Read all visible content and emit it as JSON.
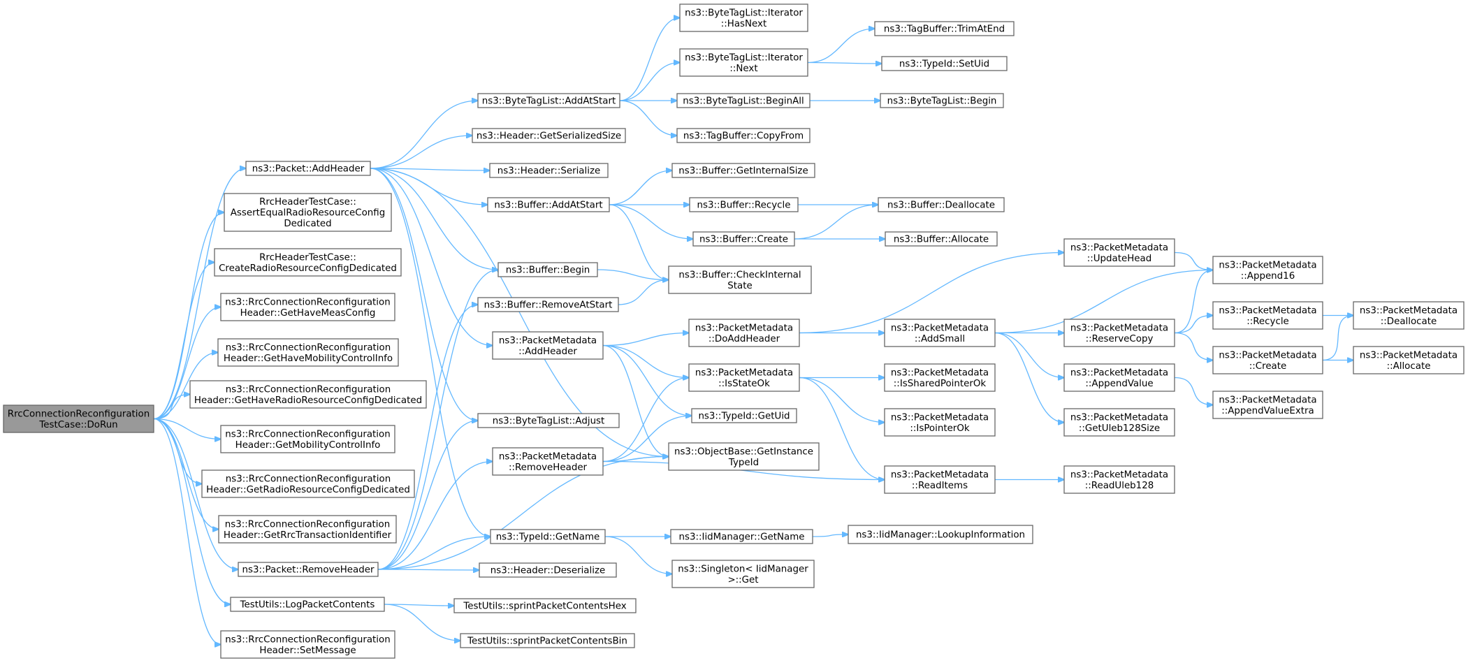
{
  "colors": {
    "edge": "#63b8ff",
    "node_border": "#666666",
    "node_fill": "#ffffff",
    "root_fill": "#999999",
    "text": "#000000"
  },
  "nodes": [
    {
      "id": "root",
      "lines": [
        "RrcConnectionReconfiguration",
        "TestCase::DoRun"
      ]
    },
    {
      "id": "pkt_addheader",
      "lines": [
        "ns3::Packet::AddHeader"
      ]
    },
    {
      "id": "assert_equal",
      "lines": [
        "RrcHeaderTestCase::",
        "AssertEqualRadioResourceConfig",
        "Dedicated"
      ]
    },
    {
      "id": "create_rrcd",
      "lines": [
        "RrcHeaderTestCase::",
        "CreateRadioResourceConfigDedicated"
      ]
    },
    {
      "id": "get_have_meas",
      "lines": [
        "ns3::RrcConnectionReconfiguration",
        "Header::GetHaveMeasConfig"
      ]
    },
    {
      "id": "get_have_mob",
      "lines": [
        "ns3::RrcConnectionReconfiguration",
        "Header::GetHaveMobilityControlInfo"
      ]
    },
    {
      "id": "get_have_rrcd",
      "lines": [
        "ns3::RrcConnectionReconfiguration",
        "Header::GetHaveRadioResourceConfigDedicated"
      ]
    },
    {
      "id": "get_mob",
      "lines": [
        "ns3::RrcConnectionReconfiguration",
        "Header::GetMobilityControlInfo"
      ]
    },
    {
      "id": "get_rrcd",
      "lines": [
        "ns3::RrcConnectionReconfiguration",
        "Header::GetRadioResourceConfigDedicated"
      ]
    },
    {
      "id": "get_rti",
      "lines": [
        "ns3::RrcConnectionReconfiguration",
        "Header::GetRrcTransactionIdentifier"
      ]
    },
    {
      "id": "pkt_removeheader",
      "lines": [
        "ns3::Packet::RemoveHeader"
      ]
    },
    {
      "id": "log_pkt",
      "lines": [
        "TestUtils::LogPacketContents"
      ]
    },
    {
      "id": "set_message",
      "lines": [
        "ns3::RrcConnectionReconfiguration",
        "Header::SetMessage"
      ]
    },
    {
      "id": "btl_addatstart",
      "lines": [
        "ns3::ByteTagList::AddAtStart"
      ]
    },
    {
      "id": "hdr_getsize",
      "lines": [
        "ns3::Header::GetSerializedSize"
      ]
    },
    {
      "id": "hdr_serialize",
      "lines": [
        "ns3::Header::Serialize"
      ]
    },
    {
      "id": "buf_addatstart",
      "lines": [
        "ns3::Buffer::AddAtStart"
      ]
    },
    {
      "id": "buf_begin",
      "lines": [
        "ns3::Buffer::Begin"
      ]
    },
    {
      "id": "buf_removeatstart",
      "lines": [
        "ns3::Buffer::RemoveAtStart"
      ]
    },
    {
      "id": "pm_addheader",
      "lines": [
        "ns3::PacketMetadata",
        "::AddHeader"
      ]
    },
    {
      "id": "btl_adjust",
      "lines": [
        "ns3::ByteTagList::Adjust"
      ]
    },
    {
      "id": "pm_removeheader",
      "lines": [
        "ns3::PacketMetadata",
        "::RemoveHeader"
      ]
    },
    {
      "id": "typeid_getname",
      "lines": [
        "ns3::TypeId::GetName"
      ]
    },
    {
      "id": "hdr_deserialize",
      "lines": [
        "ns3::Header::Deserialize"
      ]
    },
    {
      "id": "tu_hex",
      "lines": [
        "TestUtils::sprintPacketContentsHex"
      ]
    },
    {
      "id": "tu_bin",
      "lines": [
        "TestUtils::sprintPacketContentsBin"
      ]
    },
    {
      "id": "it_hasnext",
      "lines": [
        "ns3::ByteTagList::Iterator",
        "::HasNext"
      ]
    },
    {
      "id": "it_next",
      "lines": [
        "ns3::ByteTagList::Iterator",
        "::Next"
      ]
    },
    {
      "id": "btl_beginall",
      "lines": [
        "ns3::ByteTagList::BeginAll"
      ]
    },
    {
      "id": "tb_copyfrom",
      "lines": [
        "ns3::TagBuffer::CopyFrom"
      ]
    },
    {
      "id": "buf_getinternalsize",
      "lines": [
        "ns3::Buffer::GetInternalSize"
      ]
    },
    {
      "id": "buf_recycle",
      "lines": [
        "ns3::Buffer::Recycle"
      ]
    },
    {
      "id": "buf_create",
      "lines": [
        "ns3::Buffer::Create"
      ]
    },
    {
      "id": "buf_checkinternal",
      "lines": [
        "ns3::Buffer::CheckInternal",
        "State"
      ]
    },
    {
      "id": "pm_doaddheader",
      "lines": [
        "ns3::PacketMetadata",
        "::DoAddHeader"
      ]
    },
    {
      "id": "pm_isstateok",
      "lines": [
        "ns3::PacketMetadata",
        "::IsStateOk"
      ]
    },
    {
      "id": "typeid_getuid",
      "lines": [
        "ns3::TypeId::GetUid"
      ]
    },
    {
      "id": "ob_getinstance",
      "lines": [
        "ns3::ObjectBase::GetInstance",
        "TypeId"
      ]
    },
    {
      "id": "iid_getname",
      "lines": [
        "ns3::IidManager::GetName"
      ]
    },
    {
      "id": "singleton_get",
      "lines": [
        "ns3::Singleton< IidManager",
        " >::Get"
      ]
    },
    {
      "id": "tb_trimatend",
      "lines": [
        "ns3::TagBuffer::TrimAtEnd"
      ]
    },
    {
      "id": "typeid_setuid",
      "lines": [
        "ns3::TypeId::SetUid"
      ]
    },
    {
      "id": "btl_begin",
      "lines": [
        "ns3::ByteTagList::Begin"
      ]
    },
    {
      "id": "buf_deallocate",
      "lines": [
        "ns3::Buffer::Deallocate"
      ]
    },
    {
      "id": "buf_allocate",
      "lines": [
        "ns3::Buffer::Allocate"
      ]
    },
    {
      "id": "pm_updatehead",
      "lines": [
        "ns3::PacketMetadata",
        "::UpdateHead"
      ]
    },
    {
      "id": "pm_addsmall",
      "lines": [
        "ns3::PacketMetadata",
        "::AddSmall"
      ]
    },
    {
      "id": "pm_issharedptr",
      "lines": [
        "ns3::PacketMetadata",
        "::IsSharedPointerOk"
      ]
    },
    {
      "id": "pm_isptrok",
      "lines": [
        "ns3::PacketMetadata",
        "::IsPointerOk"
      ]
    },
    {
      "id": "pm_readitems",
      "lines": [
        "ns3::PacketMetadata",
        "::ReadItems"
      ]
    },
    {
      "id": "iid_lookup",
      "lines": [
        "ns3::IidManager::LookupInformation"
      ]
    },
    {
      "id": "pm_append16",
      "lines": [
        "ns3::PacketMetadata",
        "::Append16"
      ]
    },
    {
      "id": "pm_reservecopy",
      "lines": [
        "ns3::PacketMetadata",
        "::ReserveCopy"
      ]
    },
    {
      "id": "pm_appendvalue",
      "lines": [
        "ns3::PacketMetadata",
        "::AppendValue"
      ]
    },
    {
      "id": "pm_getuleb",
      "lines": [
        "ns3::PacketMetadata",
        "::GetUleb128Size"
      ]
    },
    {
      "id": "pm_readuleb",
      "lines": [
        "ns3::PacketMetadata",
        "::ReadUleb128"
      ]
    },
    {
      "id": "pm_recycle",
      "lines": [
        "ns3::PacketMetadata",
        "::Recycle"
      ]
    },
    {
      "id": "pm_create",
      "lines": [
        "ns3::PacketMetadata",
        "::Create"
      ]
    },
    {
      "id": "pm_appendvalueextra",
      "lines": [
        "ns3::PacketMetadata",
        "::AppendValueExtra"
      ]
    },
    {
      "id": "pm_deallocate",
      "lines": [
        "ns3::PacketMetadata",
        "::Deallocate"
      ]
    },
    {
      "id": "pm_allocate",
      "lines": [
        "ns3::PacketMetadata",
        "::Allocate"
      ]
    }
  ],
  "edges": [
    [
      "root",
      "pkt_addheader"
    ],
    [
      "root",
      "assert_equal"
    ],
    [
      "root",
      "create_rrcd"
    ],
    [
      "root",
      "get_have_meas"
    ],
    [
      "root",
      "get_have_mob"
    ],
    [
      "root",
      "get_have_rrcd"
    ],
    [
      "root",
      "get_mob"
    ],
    [
      "root",
      "get_rrcd"
    ],
    [
      "root",
      "get_rti"
    ],
    [
      "root",
      "pkt_removeheader"
    ],
    [
      "root",
      "log_pkt"
    ],
    [
      "root",
      "set_message"
    ],
    [
      "pkt_addheader",
      "btl_addatstart"
    ],
    [
      "pkt_addheader",
      "hdr_getsize"
    ],
    [
      "pkt_addheader",
      "hdr_serialize"
    ],
    [
      "pkt_addheader",
      "buf_addatstart"
    ],
    [
      "pkt_addheader",
      "buf_begin"
    ],
    [
      "pkt_addheader",
      "pm_addheader"
    ],
    [
      "pkt_addheader",
      "btl_adjust"
    ],
    [
      "pkt_addheader",
      "ob_getinstance"
    ],
    [
      "pkt_addheader",
      "typeid_getname"
    ],
    [
      "pkt_removeheader",
      "hdr_deserialize"
    ],
    [
      "pkt_removeheader",
      "typeid_getname"
    ],
    [
      "pkt_removeheader",
      "pm_removeheader"
    ],
    [
      "pkt_removeheader",
      "btl_adjust"
    ],
    [
      "pkt_removeheader",
      "buf_removeatstart"
    ],
    [
      "pkt_removeheader",
      "buf_begin"
    ],
    [
      "pkt_removeheader",
      "ob_getinstance"
    ],
    [
      "log_pkt",
      "tu_hex"
    ],
    [
      "log_pkt",
      "tu_bin"
    ],
    [
      "btl_addatstart",
      "it_hasnext"
    ],
    [
      "btl_addatstart",
      "it_next"
    ],
    [
      "btl_addatstart",
      "btl_beginall"
    ],
    [
      "btl_addatstart",
      "tb_copyfrom"
    ],
    [
      "buf_addatstart",
      "buf_getinternalsize"
    ],
    [
      "buf_addatstart",
      "buf_recycle"
    ],
    [
      "buf_addatstart",
      "buf_create"
    ],
    [
      "buf_addatstart",
      "buf_checkinternal"
    ],
    [
      "buf_begin",
      "buf_checkinternal"
    ],
    [
      "buf_removeatstart",
      "buf_checkinternal"
    ],
    [
      "pm_addheader",
      "pm_doaddheader"
    ],
    [
      "pm_addheader",
      "pm_isstateok"
    ],
    [
      "pm_addheader",
      "typeid_getuid"
    ],
    [
      "pm_addheader",
      "ob_getinstance"
    ],
    [
      "pm_removeheader",
      "pm_isstateok"
    ],
    [
      "pm_removeheader",
      "typeid_getuid"
    ],
    [
      "pm_removeheader",
      "ob_getinstance"
    ],
    [
      "pm_removeheader",
      "pm_readitems"
    ],
    [
      "typeid_getname",
      "iid_getname"
    ],
    [
      "typeid_getname",
      "singleton_get"
    ],
    [
      "it_next",
      "tb_trimatend"
    ],
    [
      "it_next",
      "typeid_setuid"
    ],
    [
      "btl_beginall",
      "btl_begin"
    ],
    [
      "buf_recycle",
      "buf_deallocate"
    ],
    [
      "buf_create",
      "buf_deallocate"
    ],
    [
      "buf_create",
      "buf_allocate"
    ],
    [
      "pm_doaddheader",
      "pm_updatehead"
    ],
    [
      "pm_doaddheader",
      "pm_addsmall"
    ],
    [
      "pm_isstateok",
      "pm_issharedptr"
    ],
    [
      "pm_isstateok",
      "pm_isptrok"
    ],
    [
      "pm_isstateok",
      "pm_readitems"
    ],
    [
      "iid_getname",
      "iid_lookup"
    ],
    [
      "pm_updatehead",
      "pm_append16"
    ],
    [
      "pm_addsmall",
      "pm_append16"
    ],
    [
      "pm_addsmall",
      "pm_reservecopy"
    ],
    [
      "pm_addsmall",
      "pm_appendvalue"
    ],
    [
      "pm_addsmall",
      "pm_getuleb"
    ],
    [
      "pm_readitems",
      "pm_readuleb"
    ],
    [
      "pm_reservecopy",
      "pm_append16"
    ],
    [
      "pm_reservecopy",
      "pm_recycle"
    ],
    [
      "pm_reservecopy",
      "pm_create"
    ],
    [
      "pm_appendvalue",
      "pm_appendvalueextra"
    ],
    [
      "pm_recycle",
      "pm_deallocate"
    ],
    [
      "pm_create",
      "pm_deallocate"
    ],
    [
      "pm_create",
      "pm_allocate"
    ]
  ]
}
